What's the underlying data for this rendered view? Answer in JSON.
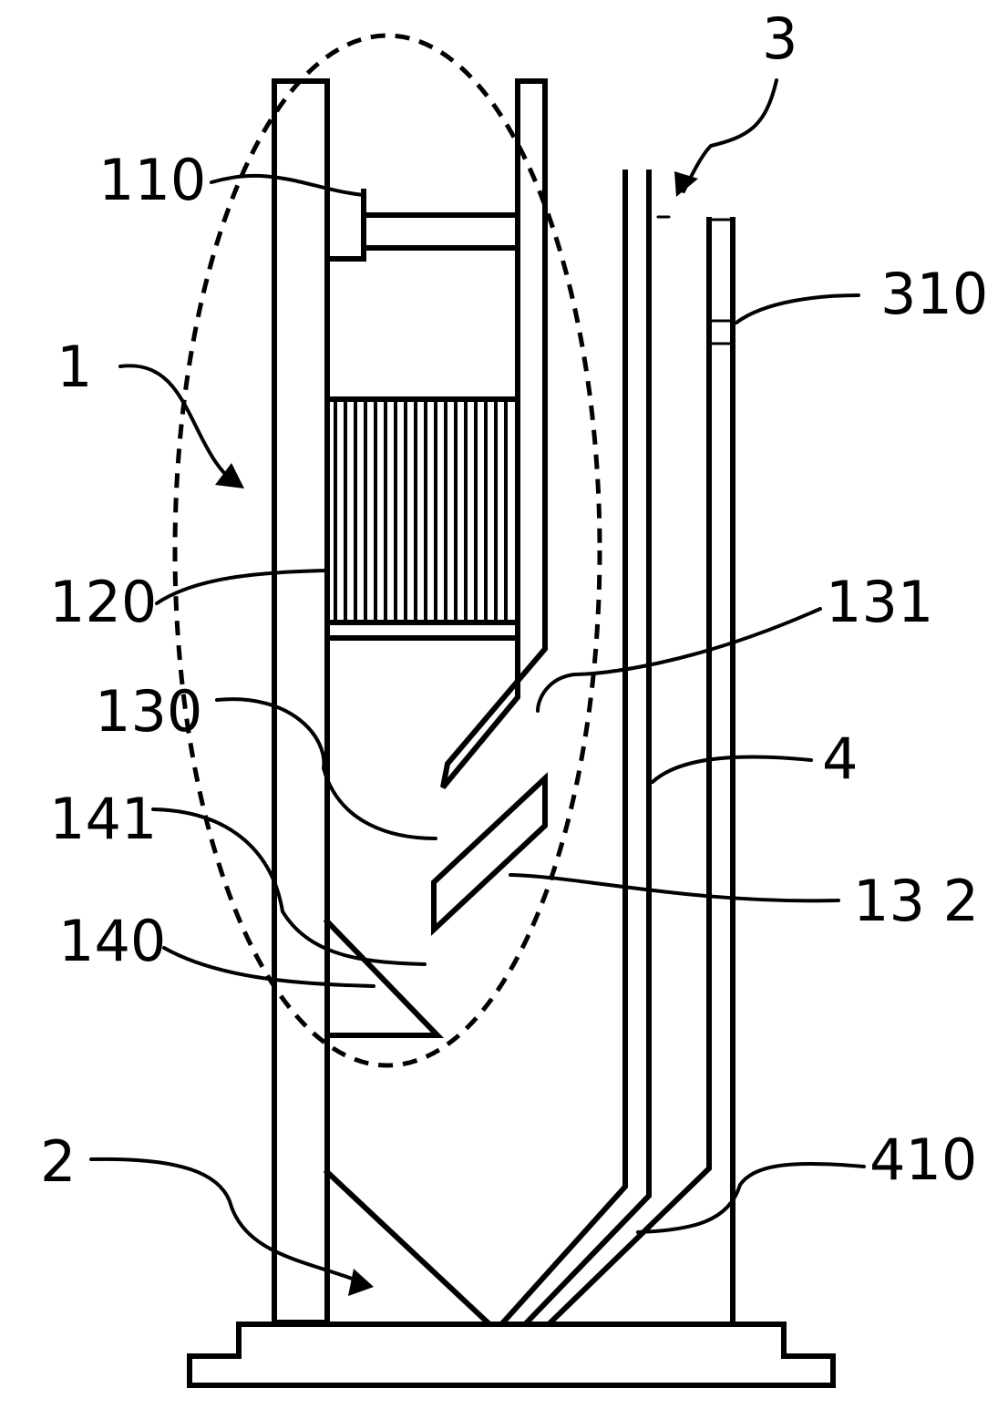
{
  "labels": {
    "l1": "1",
    "l2": "2",
    "l3": "3",
    "l4": "4",
    "l110": "110",
    "l120": "120",
    "l130": "130",
    "l131": "131",
    "l132": "13 2",
    "l140": "140",
    "l141": "141",
    "l310": "310",
    "l410": "410"
  },
  "colors": {
    "line": "#000000",
    "background": "#ffffff"
  }
}
